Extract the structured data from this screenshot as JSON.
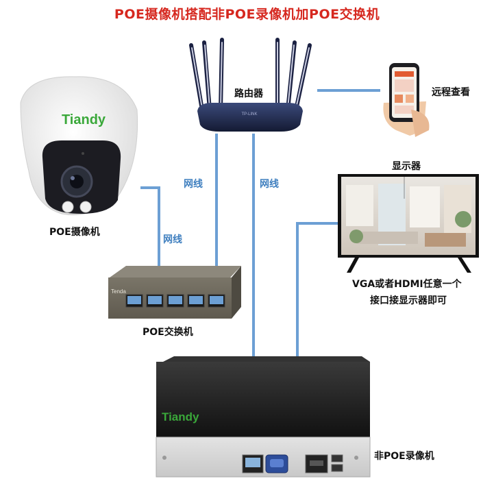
{
  "title": "POE摄像机搭配非POE录像机加POE交换机",
  "devices": {
    "router": {
      "label": "路由器",
      "brand": "TP-LINK"
    },
    "phone": {
      "label": "远程查看"
    },
    "camera": {
      "label": "POE摄像机",
      "brand": "Tiandy"
    },
    "switch": {
      "label": "POE交换机",
      "brand": "Tenda"
    },
    "monitor": {
      "label": "显示器",
      "note_line1": "VGA或者HDMI任意一个",
      "note_line2": "接口接显示器即可"
    },
    "nvr": {
      "label": "非POE录像机",
      "brand": "Tiandy"
    }
  },
  "cables": {
    "router_to_switch": "网线",
    "router_to_nvr": "网线",
    "camera_to_switch": "网线"
  },
  "colors": {
    "title": "#d6281f",
    "cable": "#6c9fd4",
    "brand_green": "#3aa83a"
  }
}
